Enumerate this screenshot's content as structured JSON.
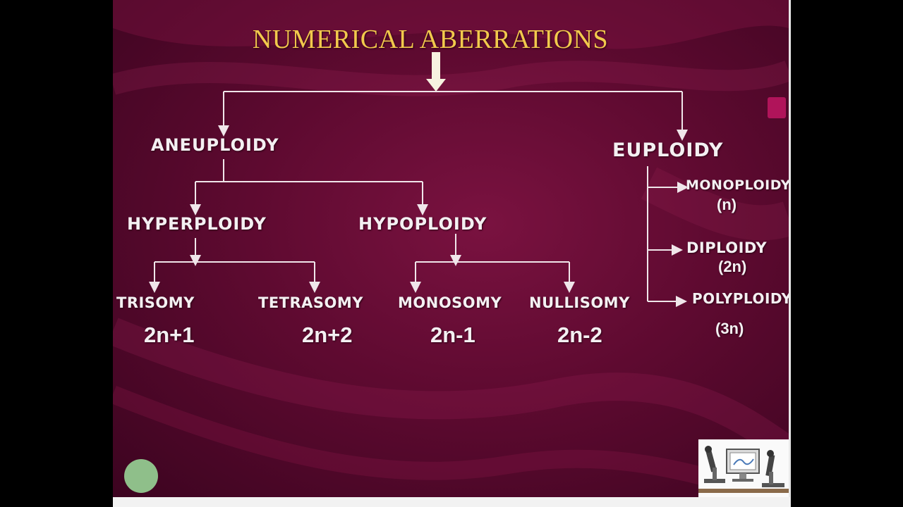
{
  "slide": {
    "title": "NUMERICAL ABERRATIONS",
    "colors": {
      "background": "#5e0a30",
      "title": "#f2c94c",
      "text": "#f4f0f2",
      "lines": "#f0e6ea"
    }
  },
  "diagram": {
    "aneuploidy": "ANEUPLOIDY",
    "euploidy": "EUPLOIDY",
    "hyperploidy": "HYPERPLOIDY",
    "hypoploidy": "HYPOPLOIDY",
    "trisomy": {
      "label": "TRISOMY",
      "formula": "2n+1"
    },
    "tetrasomy": {
      "label": "TETRASOMY",
      "formula": "2n+2"
    },
    "monosomy": {
      "label": "MONOSOMY",
      "formula": "2n-1"
    },
    "nullisomy": {
      "label": "NULLISOMY",
      "formula": "2n-2"
    },
    "monoploidy": {
      "label": "MONOPLOIDY",
      "formula": "(n)"
    },
    "diploidy": {
      "label": "DIPLOIDY",
      "formula": "(2n)"
    },
    "polyploidy": {
      "label": "POLYPLOIDY",
      "formula": "(3n)"
    }
  },
  "icons": {
    "play": "play-circle-icon",
    "logo": "microscope-lab-logo-icon"
  }
}
